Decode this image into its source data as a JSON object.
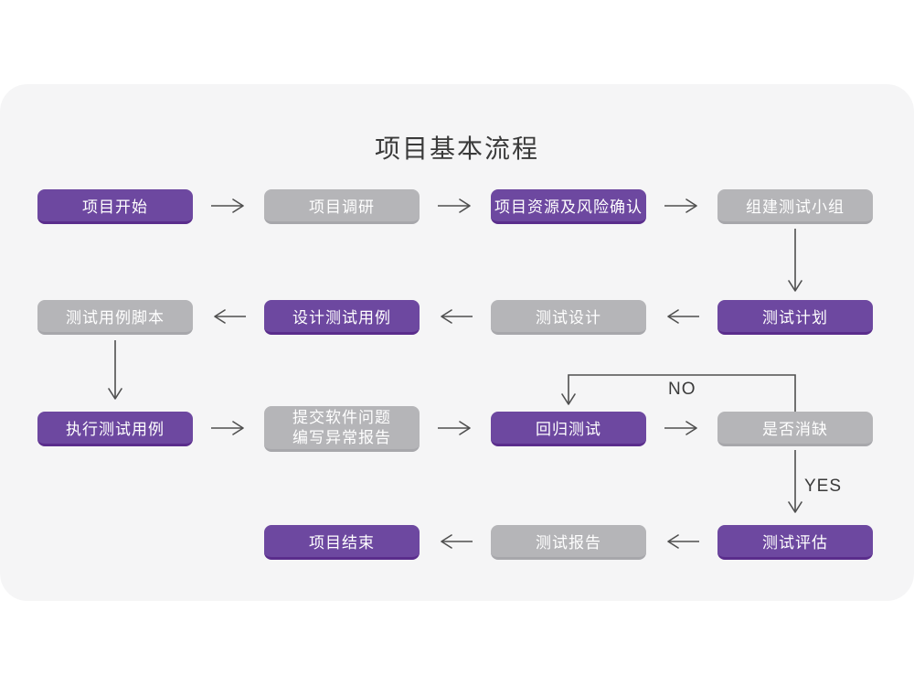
{
  "title": "项目基本流程",
  "colors": {
    "purple": "#6d48a0",
    "purple_shade": "#5a2d8c",
    "gray": "#b5b5b8",
    "gray_shade": "#a7a7ab",
    "connector": "#4f4f4f",
    "card_background": "#f5f5f6",
    "title_text": "#3a3a3a",
    "node_text": "#ffffff"
  },
  "branch_labels": {
    "no": "NO",
    "yes": "YES"
  },
  "nodes": [
    {
      "label": "项目开始",
      "variant": "purple"
    },
    {
      "label": "项目调研",
      "variant": "gray"
    },
    {
      "label": "项目资源及风险确认",
      "variant": "purple"
    },
    {
      "label": "组建测试小组",
      "variant": "gray"
    },
    {
      "label": "测试计划",
      "variant": "purple"
    },
    {
      "label": "测试设计",
      "variant": "gray"
    },
    {
      "label": "设计测试用例",
      "variant": "purple"
    },
    {
      "label": "测试用例脚本",
      "variant": "gray"
    },
    {
      "label": "执行测试用例",
      "variant": "purple"
    },
    {
      "label": "提交软件问题",
      "line2": "编写异常报告",
      "variant": "gray"
    },
    {
      "label": "回归测试",
      "variant": "purple"
    },
    {
      "label": "是否消缺",
      "variant": "gray"
    },
    {
      "label": "测试评估",
      "variant": "purple"
    },
    {
      "label": "测试报告",
      "variant": "gray"
    },
    {
      "label": "项目结束",
      "variant": "purple"
    }
  ]
}
